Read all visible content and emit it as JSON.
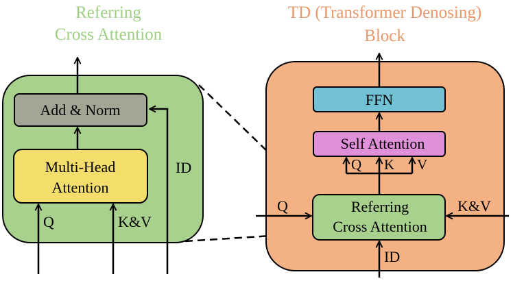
{
  "left_panel": {
    "title_line1": "Referring",
    "title_line2": "Cross Attention",
    "add_norm": "Add & Norm",
    "mha_line1": "Multi-Head",
    "mha_line2": "Attention",
    "id_label": "ID",
    "q_label": "Q",
    "kv_label": "K&V"
  },
  "right_panel": {
    "title_line1": "TD (Transformer Denosing)",
    "title_line2": "Block",
    "ffn": "FFN",
    "self_attention": "Self Attention",
    "q_label": "Q",
    "k_label": "K",
    "v_label": "V",
    "rca_line1": "Referring",
    "rca_line2": "Cross Attention",
    "input_q": "Q",
    "input_kv": "K&V",
    "input_id": "ID"
  },
  "colors": {
    "left_bg": "#a9d18e",
    "right_bg": "#f4b183",
    "add_norm": "#a5a596",
    "mha": "#f3dd6b",
    "ffn": "#72c1d4",
    "self_attention": "#e090d8",
    "rca": "#a9d18e",
    "left_title": "#9fcf84",
    "right_title": "#e8986a"
  }
}
